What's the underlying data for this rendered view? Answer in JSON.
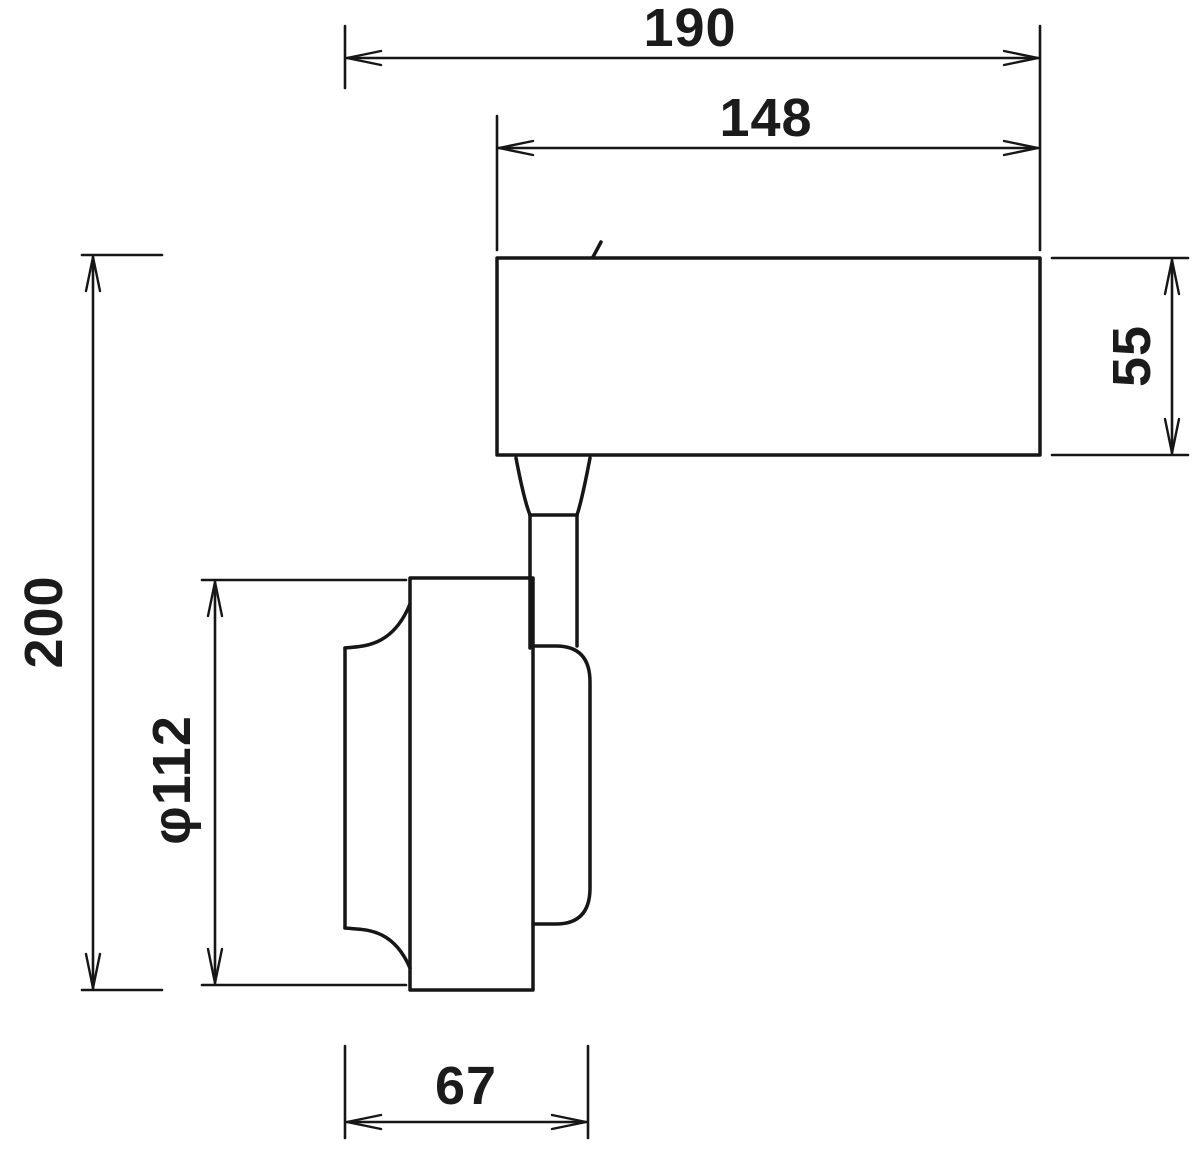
{
  "page": {
    "background": "#ffffff",
    "line_color": "#161616"
  },
  "drawing": {
    "type": "technical-dimension-drawing",
    "dimensions": {
      "overall_width": "190",
      "head_length": "148",
      "head_height": "55",
      "overall_height": "200",
      "base_diameter": "φ112",
      "base_depth": "67"
    }
  }
}
